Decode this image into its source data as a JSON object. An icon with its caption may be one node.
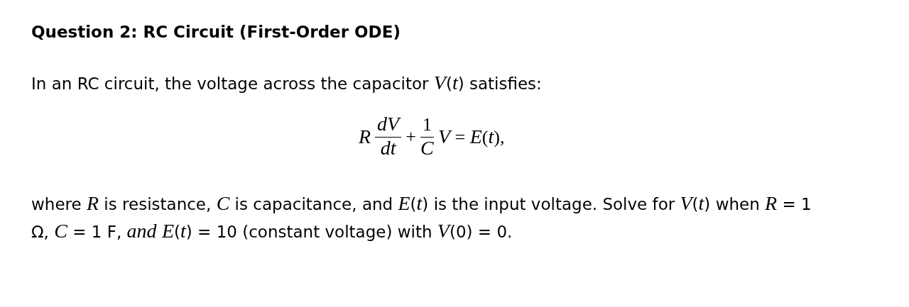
{
  "diagram": {
    "title": "Question 2: RC Circuit (First-Order ODE)",
    "labels": [
      "In an RC circuit, the voltage across the capacitor *V*(*t*) satisfies:",
      "*R*",
      "*dV*",
      "*dt*",
      "+",
      "1",
      "*C*",
      "*V* = *E*(*t*),",
      "where *R* is resistance, *C* is capacitance, and *E*(*t*) is the input voltage. Solve for *V*(*t*) when *R* = 1 Ω, *C* = 1 F, *and* *E*(*t*) = 10 (constant voltage) with *V*(0) = 0."
    ]
  }
}
